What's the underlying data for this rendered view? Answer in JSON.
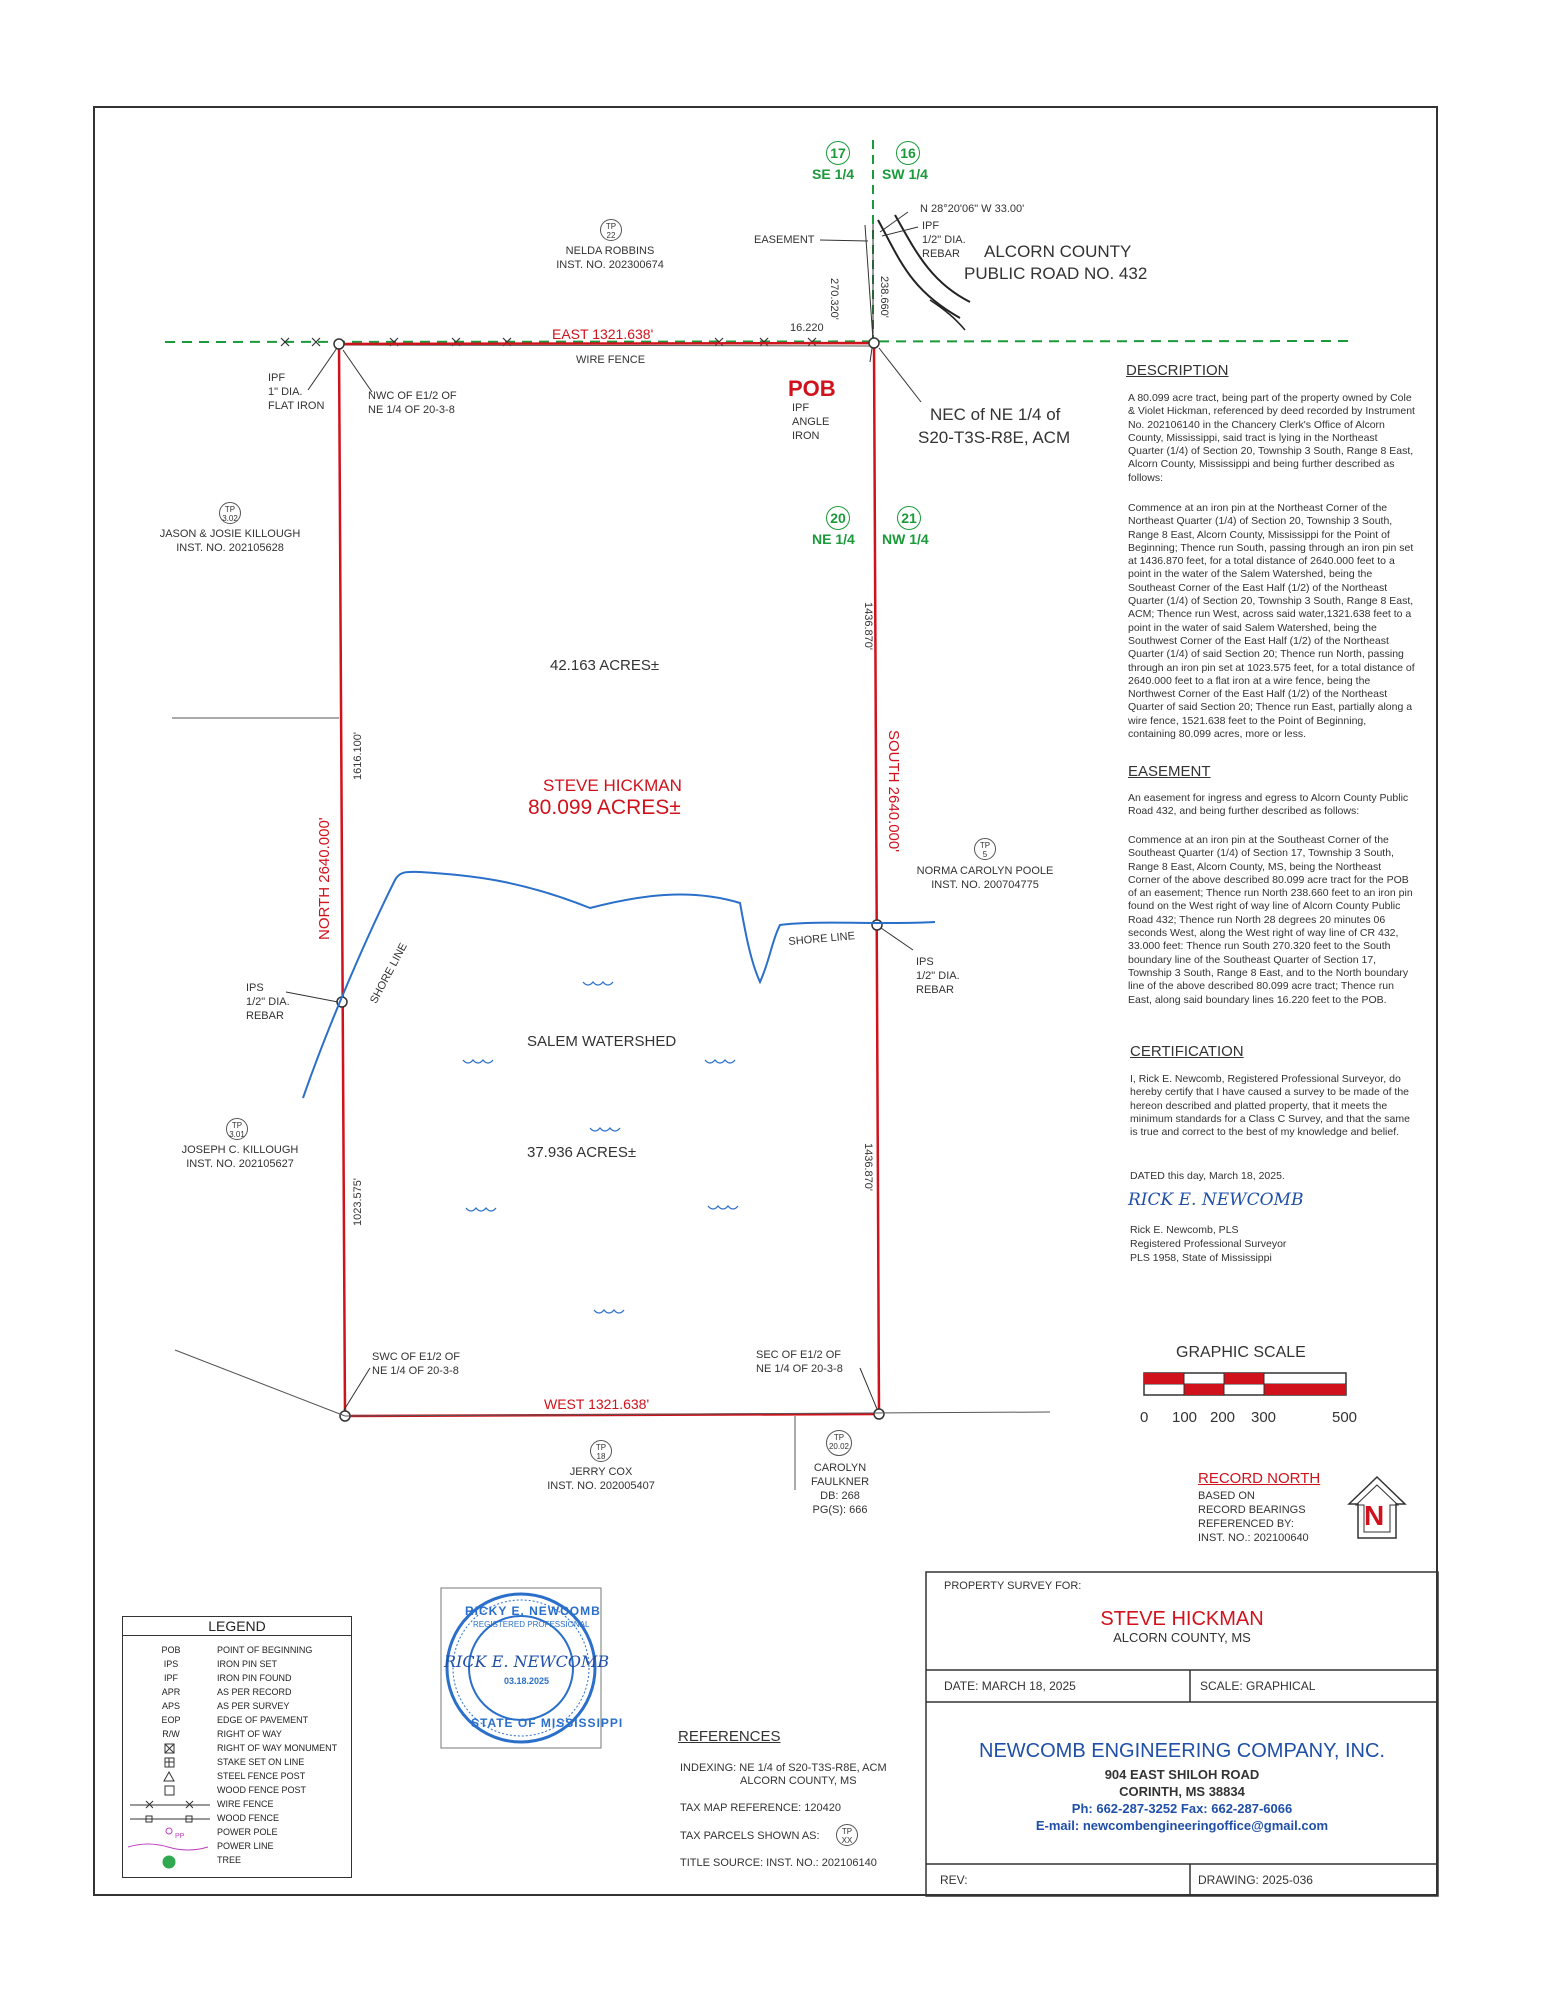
{
  "sections": {
    "s17": "17",
    "s16": "16",
    "s20": "20",
    "s21": "21",
    "se": "SE 1/4",
    "sw": "SW 1/4",
    "ne": "NE 1/4",
    "nw": "NW 1/4"
  },
  "top": {
    "bearing": "N 28°20'06\" W 33.00'",
    "ipf": "IPF",
    "ipf_dia": "1/2\" DIA.",
    "rebar": "REBAR",
    "road_1": "ALCORN COUNTY",
    "road_2": "PUBLIC ROAD NO. 432",
    "easement": "EASEMENT",
    "dim_a": "270.320'",
    "dim_b": "238.660'",
    "dim_c": "16.220",
    "east": "EAST  1321.638'",
    "wire_fence": "WIRE FENCE"
  },
  "nelda": {
    "tp_top": "TP",
    "tp_num": "22",
    "name": "NELDA ROBBINS",
    "inst": "INST. NO. 202300674"
  },
  "nw_corner": {
    "ipf": "IPF",
    "dia": "1\" DIA.",
    "flat": "FLAT IRON",
    "nwc_1": "NWC OF E1/2 OF",
    "nwc_2": "NE 1/4 OF 20-3-8"
  },
  "pob": {
    "label": "POB",
    "ipf": "IPF",
    "angle": "ANGLE",
    "iron": "IRON",
    "nec_1": "NEC of NE 1/4 of",
    "nec_2": "S20-T3S-R8E, ACM"
  },
  "jason": {
    "tp_top": "TP",
    "tp_num": "3.02",
    "name": "JASON & JOSIE KILLOUGH",
    "inst": "INST. NO. 202105628"
  },
  "tract": {
    "north_acres": "42.163 ACRES±",
    "owner": "STEVE HICKMAN",
    "total": "80.099 ACRES±",
    "south_acres": "37.936 ACRES±",
    "watershed": "SALEM WATERSHED",
    "north_side": "NORTH  2640.000'",
    "south_side": "SOUTH  2640.000'",
    "west_dim_upper": "1616.100'",
    "west_dim_lower": "1023.575'",
    "east_dim_upper": "1436.870'",
    "east_dim_lower": "1436.870'",
    "west": "WEST  1321.638'",
    "shore_west": "SHORE LINE",
    "shore_east": "SHORE LINE"
  },
  "norma": {
    "tp_top": "TP",
    "tp_num": "5",
    "name": "NORMA CAROLYN POOLE",
    "inst": "INST. NO. 200704775"
  },
  "ips_w": {
    "ips": "IPS",
    "dia": "1/2\" DIA.",
    "rebar": "REBAR"
  },
  "ips_e": {
    "ips": "IPS",
    "dia": "1/2\" DIA.",
    "rebar": "REBAR"
  },
  "joseph": {
    "tp_top": "TP",
    "tp_num": "3.01",
    "name": "JOSEPH C. KILLOUGH",
    "inst": "INST. NO. 202105627"
  },
  "swc": {
    "l1": "SWC OF E1/2 OF",
    "l2": "NE 1/4 OF 20-3-8"
  },
  "sec": {
    "l1": "SEC OF E1/2 OF",
    "l2": "NE 1/4 OF 20-3-8"
  },
  "jerry": {
    "tp_top": "TP",
    "tp_num": "18",
    "name": "JERRY COX",
    "inst": "INST. NO. 202005407"
  },
  "carolyn": {
    "tp_top": "TP",
    "tp_num": "20.02",
    "name_1": "CAROLYN",
    "name_2": "FAULKNER",
    "db": "DB: 268",
    "pg": "PG(S): 666"
  },
  "description": {
    "heading": "DESCRIPTION",
    "p1": "A 80.099 acre tract, being part of the property owned by Cole & Violet Hickman, referenced by deed recorded by Instrument No. 202106140 in the Chancery Clerk's Office of Alcorn County, Mississippi, said tract is lying in the Northeast Quarter (1/4) of Section 20, Township 3 South, Range 8 East, Alcorn County, Mississippi and being further described as follows:",
    "p2": "Commence at an iron pin at the Northeast Corner of the Northeast Quarter (1/4) of Section 20, Township 3 South, Range 8 East, Alcorn County, Mississippi for the Point of Beginning; Thence run South, passing through an iron pin set at 1436.870 feet, for a total distance of 2640.000 feet to a point in the water of the Salem Watershed, being the Southeast Corner of the East Half (1/2) of the Northeast Quarter (1/4) of Section 20, Township 3 South, Range 8 East, ACM; Thence run West, across said water,1321.638 feet to a point in the water of said Salem Watershed, being the Southwest Corner of the East Half (1/2) of the Northeast Quarter (1/4) of said Section 20; Thence run North, passing through an iron pin set at 1023.575 feet, for a total distance of 2640.000 feet to a flat iron at a wire fence, being the Northwest Corner of the East Half (1/2) of the Northeast Quarter of said Section 20; Thence run East, partially along a wire fence, 1521.638 feet to the Point of Beginning, containing 80.099 acres, more or less."
  },
  "easement": {
    "heading": "EASEMENT",
    "p1": "An easement for ingress and egress to Alcorn County Public Road 432, and being further described as follows:",
    "p2": "Commence at an iron pin at the Southeast Corner of the Southeast Quarter (1/4) of Section 17, Township 3 South, Range 8 East, Alcorn County, MS, being the Northeast Corner of the above described 80.099 acre tract for the POB of an easement; Thence run North 238.660 feet to an iron pin found on the West right of way line of Alcorn County Public Road 432; Thence run North 28 degrees 20 minutes 06 seconds West, along the West right of way line of CR 432, 33.000 feet: Thence run South 270.320 feet to the South boundary line of the Southeast Quarter of Section 17, Township 3 South, Range 8 East, and to the North boundary line of the above described 80.099 acre tract; Thence run East, along said boundary lines 16.220 feet to the POB."
  },
  "certification": {
    "heading": "CERTIFICATION",
    "p1": "I, Rick E. Newcomb, Registered Professional Surveyor, do hereby certify that I have caused a survey to be made of the hereon described and platted property, that it meets the minimum standards for a Class C Survey, and that the same is true and correct to the best of my knowledge and belief.",
    "dated": "DATED this day, March 18, 2025.",
    "signature": "RICK E. NEWCOMB",
    "name": "Rick E. Newcomb, PLS",
    "title": "Registered Professional Surveyor",
    "pls": "PLS 1958, State of Mississippi"
  },
  "scale": {
    "heading": "GRAPHIC SCALE",
    "t0": "0",
    "t100": "100",
    "t200": "200",
    "t300": "300",
    "t500": "500"
  },
  "record_north": {
    "heading": "RECORD NORTH",
    "l1": "BASED ON",
    "l2": "RECORD BEARINGS",
    "l3": "REFERENCED BY:",
    "l4": "INST. NO.: 202100640",
    "arrow": "N"
  },
  "legend": {
    "title": "LEGEND",
    "rows": [
      {
        "ab": "POB",
        "de": "POINT OF BEGINNING"
      },
      {
        "ab": "IPS",
        "de": "IRON PIN SET"
      },
      {
        "ab": "IPF",
        "de": "IRON PIN FOUND"
      },
      {
        "ab": "APR",
        "de": "AS PER RECORD"
      },
      {
        "ab": "APS",
        "de": "AS PER SURVEY"
      },
      {
        "ab": "EOP",
        "de": "EDGE OF PAVEMENT"
      },
      {
        "ab": "R/W",
        "de": "RIGHT OF WAY"
      },
      {
        "ab": "",
        "de": "RIGHT OF WAY MONUMENT"
      },
      {
        "ab": "",
        "de": "STAKE SET ON LINE"
      },
      {
        "ab": "",
        "de": "STEEL FENCE POST"
      },
      {
        "ab": "",
        "de": "WOOD FENCE POST"
      },
      {
        "ab": "",
        "de": "WIRE FENCE"
      },
      {
        "ab": "",
        "de": "WOOD FENCE"
      },
      {
        "ab": "",
        "de": "POWER POLE"
      },
      {
        "ab": "",
        "de": "POWER LINE"
      },
      {
        "ab": "",
        "de": "TREE"
      }
    ],
    "pp": "PP"
  },
  "seal": {
    "ring_top": "RICKY E. NEWCOMB",
    "ring_mid": "REGISTERED PROFESSIONAL",
    "ring_bottom": "STATE OF MISSISSIPPI",
    "signature": "RICK E. NEWCOMB",
    "date": "03.18.2025"
  },
  "references": {
    "heading": "REFERENCES",
    "indexing": "INDEXING: NE 1/4 of S20-T3S-R8E, ACM",
    "indexing_2": "ALCORN COUNTY, MS",
    "taxmap": "TAX MAP REFERENCE: 120420",
    "parcels": "TAX PARCELS SHOWN AS:",
    "parcel_tp": "TP",
    "parcel_xx": "XX",
    "title": "TITLE SOURCE: INST. NO.: 202106140"
  },
  "titleblock": {
    "for": "PROPERTY SURVEY FOR:",
    "client": "STEVE HICKMAN",
    "county": "ALCORN COUNTY, MS",
    "date": "DATE: MARCH 18, 2025",
    "scale": "SCALE: GRAPHICAL",
    "company": "NEWCOMB ENGINEERING COMPANY, INC.",
    "addr1": "904 EAST SHILOH ROAD",
    "addr2": "CORINTH, MS 38834",
    "phone": "Ph: 662-287-3252  Fax: 662-287-6066",
    "email": "E-mail: newcombengineeringoffice@gmail.com",
    "rev": "REV:",
    "drawing": "DRAWING: 2025-036"
  },
  "colors": {
    "boundary": "#d0121c",
    "section_line": "#1a9a3a",
    "shore": "#2a6fc9",
    "company": "#1f4fa8",
    "seal": "#2a6fc9"
  }
}
